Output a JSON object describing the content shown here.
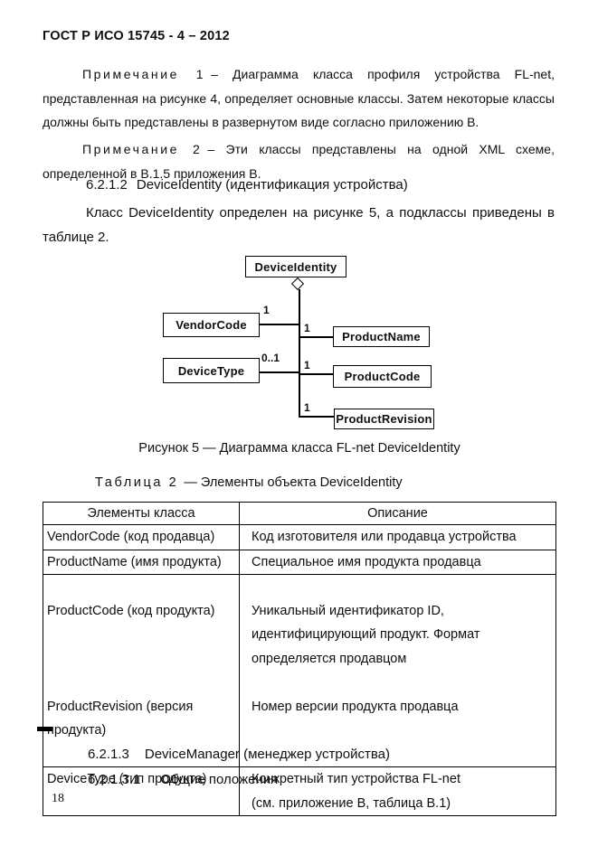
{
  "doc_header": "ГОСТ Р ИСО 15745 - 4 – 2012",
  "notes": [
    {
      "label": "Примечание 1",
      "text": "– Диаграмма класса профиля устройства FL-net, представленная на рисунке 4, определяет основные классы. Затем некоторые классы должны быть представлены в развернутом виде согласно приложению В."
    },
    {
      "label": "Примечание 2",
      "text": "– Эти классы представлены на одной XML схеме, определенной в В.1.5 приложения В."
    }
  ],
  "sections": {
    "s6212": {
      "number": "6.2.1.2",
      "title": "DeviceIdentity (идентификация устройства)"
    },
    "s6213": {
      "number": "6.2.1.3",
      "title": "DeviceManager (менеджер устройства)"
    },
    "s62131": {
      "number": "6.2.1.3.1",
      "title": "Общие положения"
    }
  },
  "body_paragraph": "Класс DeviceIdentity определен на рисунке 5, а подклассы приведены в таблице 2.",
  "diagram": {
    "root_class": "DeviceIdentity",
    "classes": {
      "vendor_code": {
        "label": "VendorCode",
        "multiplicity": "1"
      },
      "device_type": {
        "label": "DeviceType",
        "multiplicity": "0..1"
      },
      "product_name": {
        "label": "ProductName",
        "multiplicity": "1"
      },
      "product_code": {
        "label": "ProductCode",
        "multiplicity": "1"
      },
      "product_revision": {
        "label": "ProductRevision",
        "multiplicity": "1"
      }
    }
  },
  "figure_caption": "Рисунок 5 — Диаграмма класса FL-net DeviceIdentity",
  "table_caption": {
    "label": "Таблица 2",
    "rest": "— Элементы объекта DeviceIdentity"
  },
  "table": {
    "headers": [
      "Элементы класса",
      "Описание"
    ],
    "rows": [
      {
        "element": "VendorCode (код продавца)",
        "description": "Код изготовителя или продавца устройства"
      },
      {
        "element": "ProductName (имя продукта)",
        "description": "Специальное имя продукта продавца"
      },
      {
        "element": "ProductCode (код продукта)",
        "description": "Уникальный идентификатор ID,\nидентифицирующий продукт. Формат\nопределяется продавцом"
      },
      {
        "element": "ProductRevision (версия\nпродукта)",
        "description": "Номер версии продукта продавца"
      },
      {
        "element": "DeviceType (тип продукта)",
        "description": "Конкретный тип устройства FL-net\n(см. приложение В, таблица В.1)"
      }
    ]
  },
  "page_number": "18"
}
